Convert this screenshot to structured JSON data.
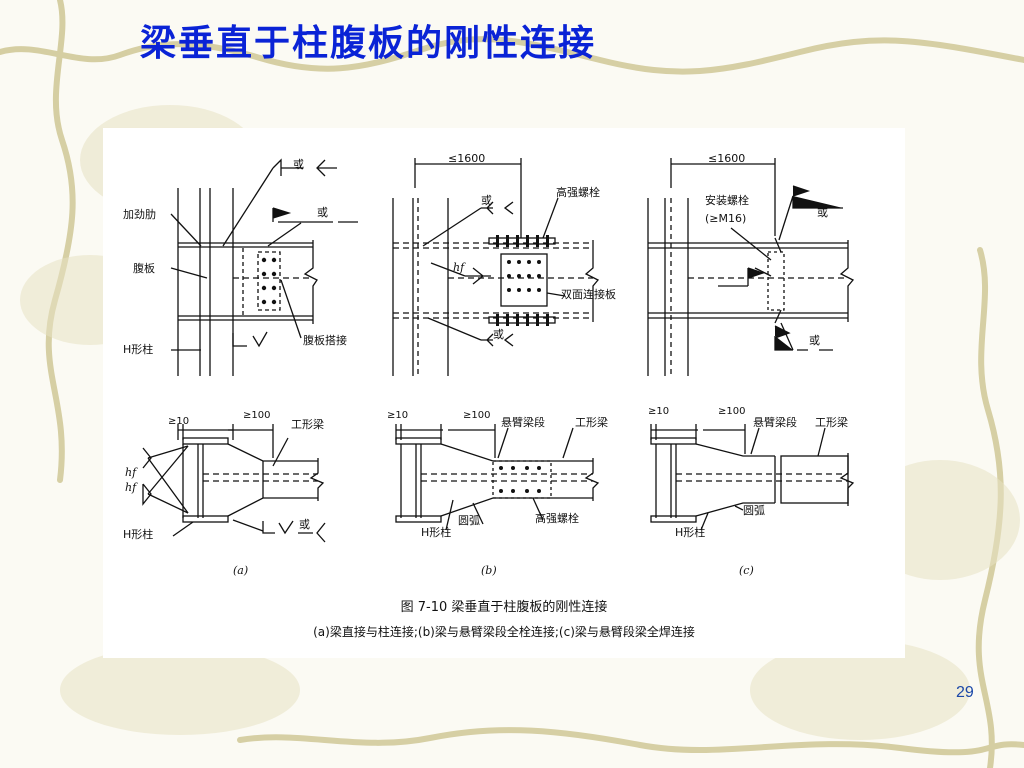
{
  "slide": {
    "title": "梁垂直于柱腹板的刚性连接",
    "page_number": "29"
  },
  "figure": {
    "caption_title": "图 7-10   梁垂直于柱腹板的刚性连接",
    "caption_sub": "(a)梁直接与柱连接;(b)梁与悬臂梁段全栓连接;(c)梁与悬臂段梁全焊连接",
    "panels": {
      "a": {
        "id": "(a)",
        "labels": {
          "stiffener": "加劲肋",
          "web_plate": "腹板",
          "h_column": "H形柱",
          "web_lap": "腹板搭接",
          "or": "或"
        },
        "dims": {
          "ge10": "≥10",
          "ge100": "≥100"
        },
        "lower_labels": {
          "i_beam": "工形梁",
          "h_column": "H形柱",
          "or": "或",
          "hf": "hf"
        }
      },
      "b": {
        "id": "(b)",
        "labels": {
          "hs_bolt": "高强螺栓",
          "double_plate": "双面连接板",
          "or": "或",
          "hf": "hf"
        },
        "dims": {
          "le1600": "≤1600",
          "ge10": "≥10",
          "ge100": "≥100"
        },
        "lower_labels": {
          "cantilever": "悬臂梁段",
          "i_beam": "工形梁",
          "h_column": "H形柱",
          "arc": "圆弧",
          "hs_bolt": "高强螺栓"
        }
      },
      "c": {
        "id": "(c)",
        "labels": {
          "erection_bolt": "安装螺栓",
          "m16": "(≥M16)",
          "or": "或"
        },
        "dims": {
          "le1600": "≤1600",
          "ge10": "≥10",
          "ge100": "≥100"
        },
        "lower_labels": {
          "cantilever": "悬臂梁段",
          "i_beam": "工形梁",
          "h_column": "H形柱",
          "arc": "圆弧"
        }
      }
    }
  },
  "colors": {
    "title": "#0a23d6",
    "page_number": "#1a47a8",
    "vine": "#c9c08a",
    "drawing": "#111111"
  }
}
